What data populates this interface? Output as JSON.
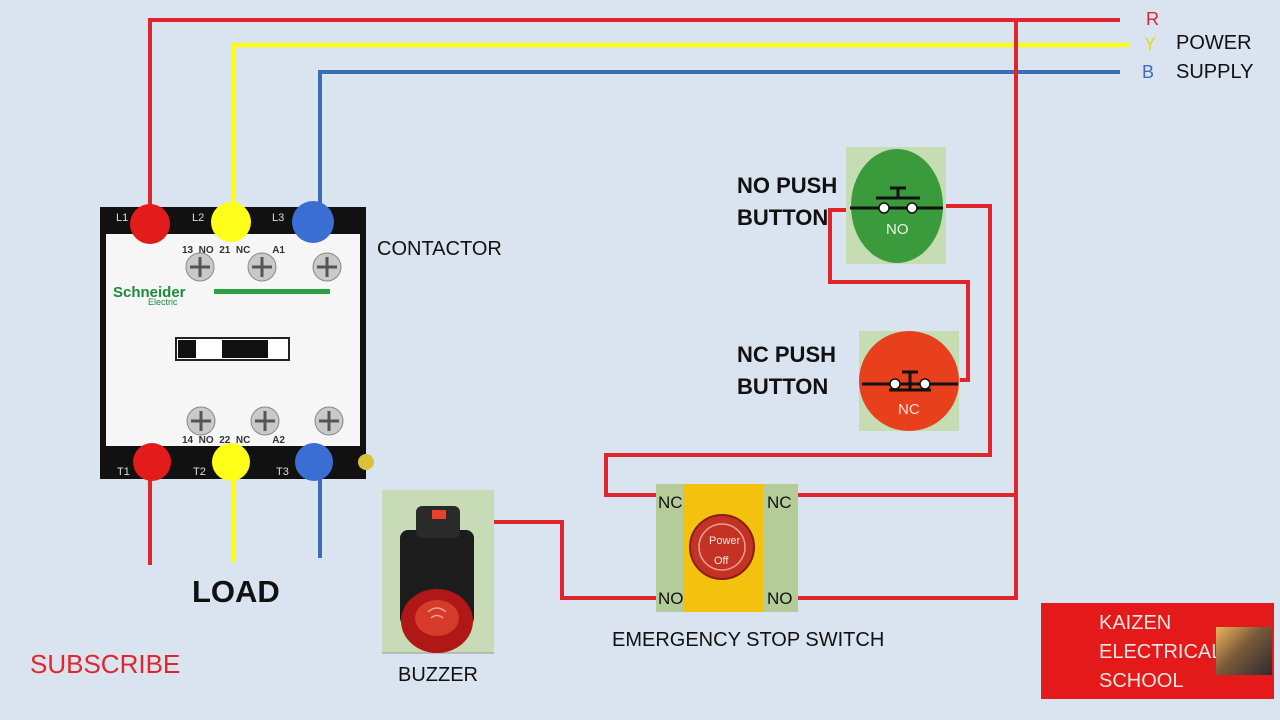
{
  "power_supply": {
    "phases": [
      "R",
      "Y",
      "B"
    ],
    "label_line1": "POWER",
    "label_line2": "SUPPLY",
    "colors": {
      "R": "#e0262c",
      "Y": "#ffff00",
      "B": "#3b6eb5"
    }
  },
  "contactor": {
    "label": "CONTACTOR",
    "brand": "Schneider",
    "brand_sub": "Electric",
    "top_terminals": [
      "L1",
      "L2",
      "L3"
    ],
    "bottom_terminals": [
      "T1",
      "T2",
      "T3"
    ],
    "aux_top": "13  NO  21  NC        A1",
    "aux_bottom": "14  NO  22  NC        A2"
  },
  "no_push_button": {
    "label_line1": "NO PUSH",
    "label_line2": "BUTTON",
    "face_text": "NO",
    "color": "#3b9a3b"
  },
  "nc_push_button": {
    "label_line1": "NC PUSH",
    "label_line2": "BUTTON",
    "face_text": "NC",
    "color": "#e8401c"
  },
  "emergency_stop": {
    "label": "EMERGENCY STOP SWITCH",
    "contacts": [
      "NC",
      "NC",
      "NO",
      "NO"
    ],
    "button_text_1": "Power",
    "button_text_2": "Off"
  },
  "buzzer": {
    "label": "BUZZER"
  },
  "load": {
    "label": "LOAD"
  },
  "subscribe": {
    "label": "SUBSCRIBE"
  },
  "banner": {
    "line1": "KAIZEN",
    "line2": "ELECTRICAL",
    "line3": "SCHOOL"
  }
}
